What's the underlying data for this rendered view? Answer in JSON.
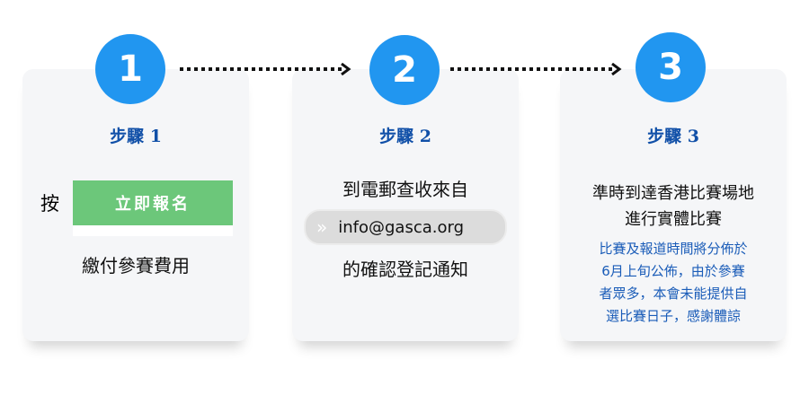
{
  "steps": [
    {
      "number": "1",
      "title": "步驟 1",
      "prefix": "按",
      "button": "立即報名",
      "text": "繳付參賽費用"
    },
    {
      "number": "2",
      "title": "步驟 2",
      "line1": "到電郵查收來自",
      "email": "info@gasca.org",
      "line2": "的確認登記通知"
    },
    {
      "number": "3",
      "title": "步驟 3",
      "line1": "準時到達香港比賽場地",
      "line2": "進行實體比賽",
      "note": [
        "比賽及報道時間將分佈於",
        "6月上旬公佈，由於參賽",
        "者眾多，本會未能提供自",
        "選比賽日子，感謝體諒"
      ]
    }
  ],
  "colors": {
    "accent": "#2196f0",
    "title": "#1150a8",
    "button": "#6cc77a",
    "note": "#1a5cb8"
  }
}
